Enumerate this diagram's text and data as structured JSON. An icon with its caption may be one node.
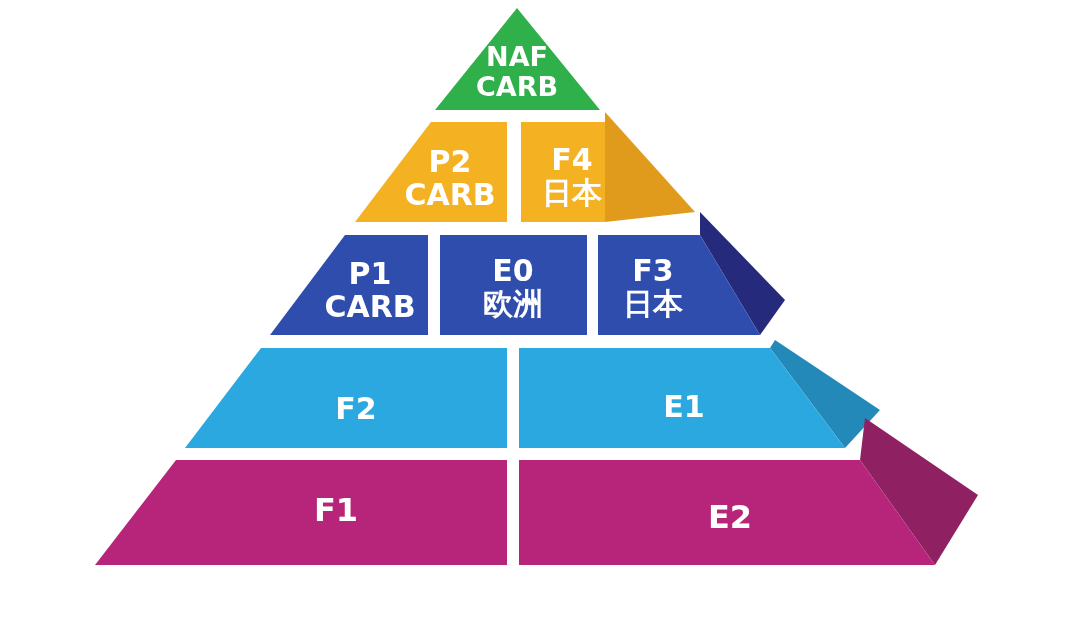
{
  "diagram": {
    "nodes": [
      {
        "text": [
          "NAF",
          "CARB"
        ]
      },
      {
        "text": [
          "P2",
          "CARB"
        ]
      },
      {
        "text": [
          "F4",
          "日本"
        ]
      },
      {
        "text": [
          "P1",
          "CARB"
        ]
      },
      {
        "text": [
          "E0",
          "欧洲"
        ]
      },
      {
        "text": [
          "F3",
          "日本"
        ]
      },
      {
        "text": [
          "F2"
        ]
      },
      {
        "text": [
          "E1"
        ]
      },
      {
        "text": [
          "F1"
        ]
      },
      {
        "text": [
          "E2"
        ]
      }
    ]
  }
}
